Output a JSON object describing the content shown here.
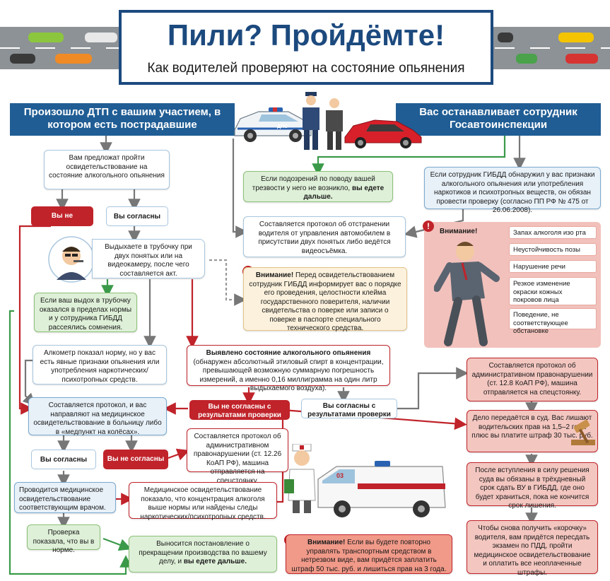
{
  "header": {
    "title": "Пили? Пройдёмте!",
    "subtitle": "Как водителей проверяют на состояние опьянения"
  },
  "banners": {
    "left": "Произошло ДТП с вашим участием, в котором есть пострадавшие",
    "right": "Вас останавливает сотрудник Госавтоинспекции"
  },
  "boxes": {
    "offer_test": "Вам предложат пройти освидетельствование на состояние алкогольного опьянения",
    "no_suspicion_pre": "Если подозрений по поводу вашей трезвости у него не возникло, ",
    "no_suspicion_bold": "вы едете дальше.",
    "signs_detected": "Если сотрудник ГИБДД обнаружил у вас признаки алкогольного опьянения или употребления наркотиков и психотропных веществ, он обязан провести проверку (согласно ПП РФ № 475 от 26.06.2008).",
    "removal_protocol": "Составляется протокол об отстранении водителя от управления автомобилем в присутствии двух понятых либо ведётся видеосъёмка.",
    "breathalyzer": "Выдыхаете в трубочку при двух понятых или на видеокамеру, после чего составляется акт.",
    "warning1_bold": "Внимание!",
    "warning1_text": " Перед освидетельствованием сотрудник ГИБДД информирует вас о порядке его проведения, целостности клейма государственного поверителя, наличии свидетельства о поверке или записи о поверке в паспорте специального технического средства.",
    "within_norm": "Если ваш выдох в трубочку оказался в пределах нормы и у сотрудника ГИБДД рассеялись сомнения.",
    "meter_normal": "Алкометр показал норму, но у вас есть явные признаки опьянения или употребления наркотических/психотропных средств.",
    "detected_bold": "Выявлено состояние алкогольного опьянения",
    "detected_text": " (обнаружен абсолютный этиловый спирт в концентрации, превышающей возможную суммарную погрешность измерений, а именно 0,16 миллиграмма на один литр выдыхаемого воздуха).",
    "med_direction": "Составляется протокол, и вас направляют на медицинское освидетельствование в больницу либо в «медпункт на колёсах».",
    "admin_protocol_right": "Составляется протокол об административном правонарушении (ст. 12.8 КоАП РФ), машина отправляется на спецстоянку.",
    "court": "Дело передаётся в суд. Вас лишают водительских прав на 1,5–2 года плюс вы платите штраф 30 тыс. руб.",
    "admin_protocol_mid": "Составляется протокол об административном правонарушении (ст. 12.26 КоАП РФ), машина отправляется на спецстоянку.",
    "after_court": "После вступления в силу решения суда вы обязаны в трёхдневный срок сдать ВУ в ГИБДД, где оно будет храниться, пока не кончится срок лишения.",
    "med_exam": "Проводится медицинское освидетельствование соответствующим врачом.",
    "med_result": "Медицинское освидетельствование показало, что концентрация алкоголя выше нормы или найдены следы наркотических/психотропных средств.",
    "check_normal": "Проверка показала, что вы в норме.",
    "termination_pre": "Выносится постановление о прекращении производства по вашему делу, и ",
    "termination_bold": "вы едете дальше.",
    "warning2_bold": "Внимание!",
    "warning2_text": " Если вы будете повторно управлять транспортным средством в нетрезвом виде, вам придётся заплатить штраф 50 тыс. руб. и лишиться прав на 3 года.",
    "get_back": "Чтобы снова получить «корочку» водителя, вам придётся пересдать экзамен по ПДД, пройти медицинское освидетельствование и оплатить все неоплаченные штрафы."
  },
  "pills": {
    "disagree1": "Вы не согласны",
    "agree1": "Вы согласны",
    "disagree_results_left": "Вы не согласны с результатами проверки",
    "agree_results": "Вы согласны с результатами проверки",
    "agree2": "Вы согласны",
    "disagree2": "Вы не согласны"
  },
  "symptoms": {
    "title": "Внимание!",
    "items": [
      "Запах алкоголя изо рта",
      "Неустойчивость позы",
      "Нарушение речи",
      "Резкое изменение окраски кожных покровов лица",
      "Поведение, не соответствующее обстановке"
    ]
  },
  "illustrations": {
    "police_car_number": "ДПС",
    "ambulance_number": "03"
  },
  "colors": {
    "brand_blue": "#1c4a7e",
    "banner_blue": "#1f5d94",
    "alert_red": "#c0232a",
    "green_box": "#dff0d8",
    "yellow_box": "#fbf1dc",
    "pink_panel": "#f2c1bb"
  }
}
